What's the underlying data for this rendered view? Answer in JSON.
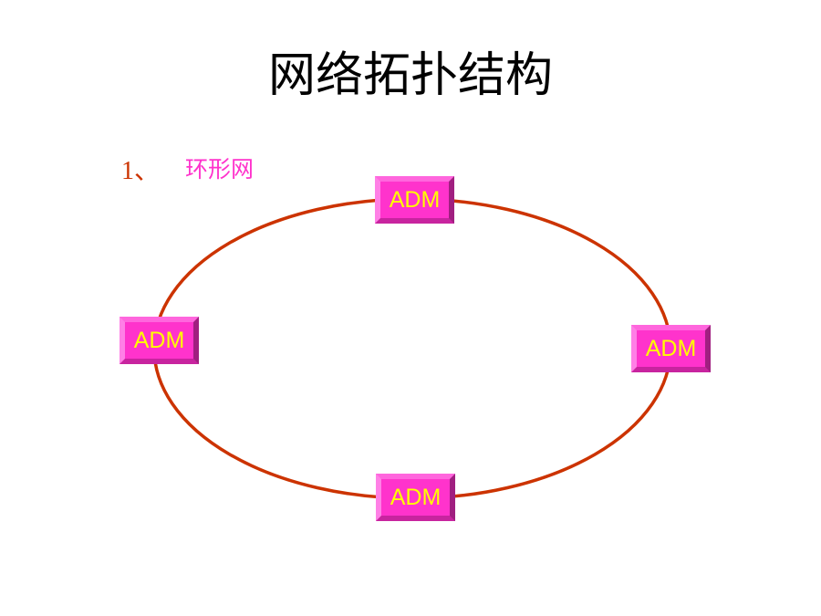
{
  "title": "网络拓扑结构",
  "section": {
    "number": "1、",
    "label": "环形网"
  },
  "nodes": [
    {
      "label": "ADM",
      "position": "top"
    },
    {
      "label": "ADM",
      "position": "left"
    },
    {
      "label": "ADM",
      "position": "right"
    },
    {
      "label": "ADM",
      "position": "bottom"
    }
  ],
  "colors": {
    "ring": "#cc3300",
    "node_face": "#ff33cc",
    "node_text": "#ffff00",
    "subtitle": "#ff33cc"
  }
}
